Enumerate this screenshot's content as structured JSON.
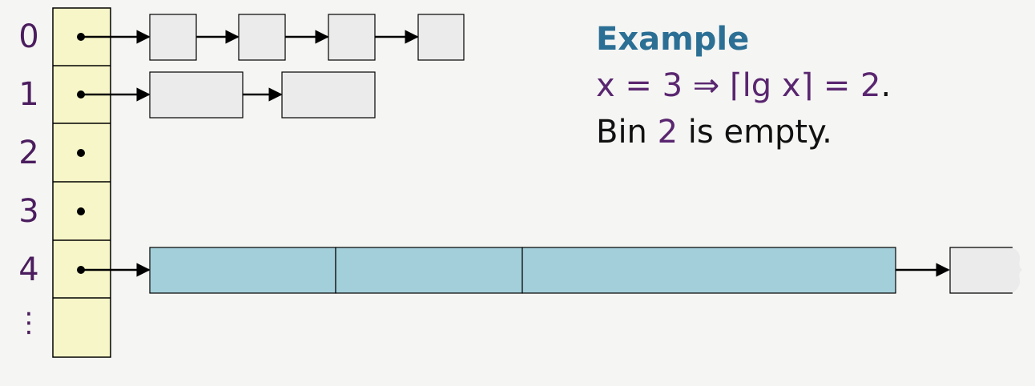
{
  "bins": {
    "labels": [
      "0",
      "1",
      "2",
      "3",
      "4",
      "⋮"
    ],
    "lists": [
      {
        "bin": "0",
        "nodes": 4,
        "style": "small"
      },
      {
        "bin": "1",
        "nodes": 2,
        "style": "medium"
      },
      {
        "bin": "2",
        "nodes": 0,
        "style": "none"
      },
      {
        "bin": "3",
        "nodes": 0,
        "style": "none"
      },
      {
        "bin": "4",
        "nodes": 4,
        "style": "large"
      }
    ]
  },
  "example": {
    "title": "Example",
    "line1_math": "x = 3 ⇒ ⌈lg x⌉ = 2",
    "line1_end": ".",
    "line2_a": "Bin ",
    "line2_num": "2",
    "line2_b": " is empty."
  },
  "colors": {
    "bin_fill": "#f7f6c8",
    "node_fill": "#ebebeb",
    "highlight_fill": "#a3cfda",
    "label_color": "#4b1d5e",
    "title_color": "#2b6f95"
  }
}
